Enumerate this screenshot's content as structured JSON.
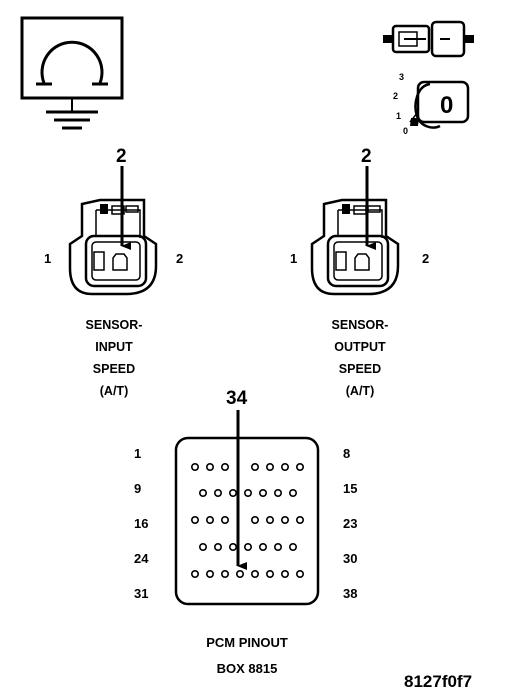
{
  "ohmmeter": {
    "symbol": "ohm-meter-icon"
  },
  "key_switch": {
    "positions": [
      "3",
      "2",
      "1",
      "0"
    ],
    "key_label": "0"
  },
  "sensor_input": {
    "callout_pin": "2",
    "left_pin": "1",
    "right_pin": "2",
    "caption": [
      "SENSOR-",
      "INPUT",
      "SPEED",
      "(A/T)"
    ]
  },
  "sensor_output": {
    "callout_pin": "2",
    "left_pin": "1",
    "right_pin": "2",
    "caption": [
      "SENSOR-",
      "OUTPUT",
      "SPEED",
      "(A/T)"
    ]
  },
  "pcm": {
    "callout_pin": "34",
    "row_starts": [
      "1",
      "9",
      "16",
      "24",
      "31"
    ],
    "row_ends": [
      "8",
      "15",
      "23",
      "30",
      "38"
    ],
    "caption": [
      "PCM PINOUT",
      "BOX 8815"
    ]
  },
  "figure_id": "8127f0f7"
}
